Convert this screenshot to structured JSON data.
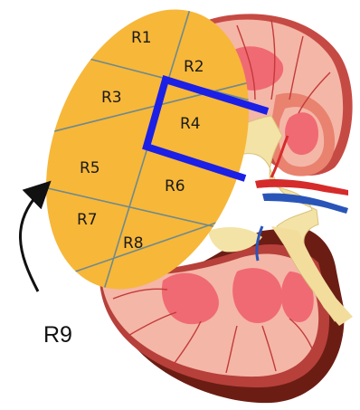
{
  "diagram": {
    "regions": [
      "R1",
      "R2",
      "R3",
      "R4",
      "R5",
      "R6",
      "R7",
      "R8"
    ],
    "outside_label": "R9",
    "colors": {
      "overlay": "#f7b739",
      "overlay_lines": "#6f8a8c",
      "highlight": "#1c1fe6",
      "kidney_cortex": "#f3b6a8",
      "kidney_capsule": "#a02c2c",
      "kidney_dark": "#5a1510",
      "pyramid": "#f06a73",
      "pelvis": "#f4e3a6",
      "artery": "#d62b2b",
      "vein": "#2a55b8"
    },
    "icons": [
      "curved-arrow-icon"
    ]
  }
}
